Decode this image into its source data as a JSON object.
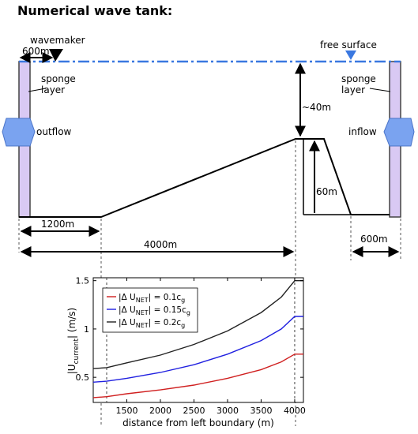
{
  "title": "Numerical wave tank:",
  "diagram": {
    "wavemaker": "wavemaker",
    "left_offset": "600m",
    "free_surface": "free surface",
    "sponge_left_1": "sponge",
    "sponge_left_2": "layer",
    "sponge_right_1": "sponge",
    "sponge_right_2": "layer",
    "outflow": "outflow",
    "inflow": "inflow",
    "depth_deep": "~40m",
    "depth_shelf": "60m",
    "flat_length": "1200m",
    "total_length": "4000m",
    "right_length": "600m"
  },
  "colors": {
    "free_surface": "#3a78e0",
    "sponge_fill": "#d9c9f3",
    "arrow_fill": "#7aa3f0",
    "red": "#d02020",
    "blue": "#2020e0",
    "black": "#222222"
  },
  "chart_data": {
    "type": "line",
    "xlabel": "distance from left boundary (m)",
    "ylabel_main": "|U",
    "ylabel_sub": "current",
    "ylabel_tail": "| (m/s)",
    "xlim": [
      1000,
      4130
    ],
    "ylim": [
      0.24,
      1.53
    ],
    "xticks": [
      "1500",
      "2000",
      "2500",
      "3000",
      "3500",
      "4000"
    ],
    "yticks": [
      "0.5",
      "1",
      "1.5"
    ],
    "vlines": [
      1200,
      4000
    ],
    "series": [
      {
        "legend_pre": "|Δ U",
        "legend_sub": "NET",
        "legend_post": "| = 0.1c",
        "legend_sub2": "g",
        "color": "#d02020",
        "x": [
          1000,
          1200,
          1500,
          2000,
          2500,
          3000,
          3500,
          3800,
          4000,
          4130
        ],
        "y": [
          0.29,
          0.3,
          0.33,
          0.37,
          0.42,
          0.49,
          0.58,
          0.66,
          0.74,
          0.74
        ]
      },
      {
        "legend_pre": "|Δ U",
        "legend_sub": "NET",
        "legend_post": "| = 0.15c",
        "legend_sub2": "g",
        "color": "#2020e0",
        "x": [
          1000,
          1200,
          1500,
          2000,
          2500,
          3000,
          3500,
          3800,
          4000,
          4130
        ],
        "y": [
          0.45,
          0.46,
          0.49,
          0.55,
          0.63,
          0.74,
          0.88,
          1.0,
          1.13,
          1.13
        ]
      },
      {
        "legend_pre": "|Δ U",
        "legend_sub": "NET",
        "legend_post": "| = 0.2c",
        "legend_sub2": "g",
        "color": "#222222",
        "x": [
          1000,
          1200,
          1500,
          2000,
          2500,
          3000,
          3500,
          3800,
          4000,
          4130
        ],
        "y": [
          0.59,
          0.6,
          0.65,
          0.73,
          0.84,
          0.98,
          1.17,
          1.33,
          1.5,
          1.5
        ]
      }
    ]
  }
}
